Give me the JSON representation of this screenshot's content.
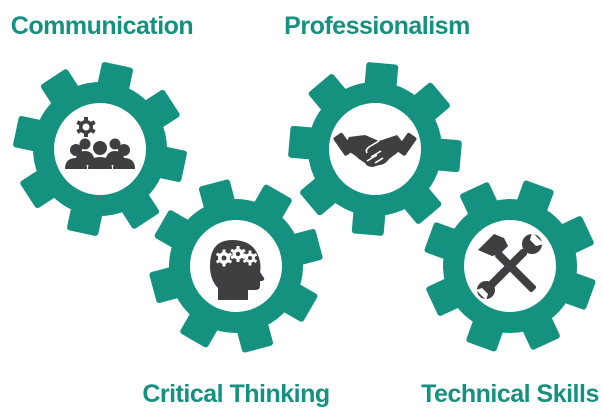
{
  "colors": {
    "gear": "#15917f",
    "gear_center": "#ffffff",
    "icon": "#3f3f41"
  },
  "nodes": [
    {
      "id": "communication",
      "label": "Communication",
      "icon": "team-with-gear-icon"
    },
    {
      "id": "professionalism",
      "label": "Professionalism",
      "icon": "handshake-icon"
    },
    {
      "id": "critical-thinking",
      "label": "Critical Thinking",
      "icon": "head-with-gears-icon"
    },
    {
      "id": "technical-skills",
      "label": "Technical Skills",
      "icon": "hammer-and-wrench-icon"
    }
  ]
}
